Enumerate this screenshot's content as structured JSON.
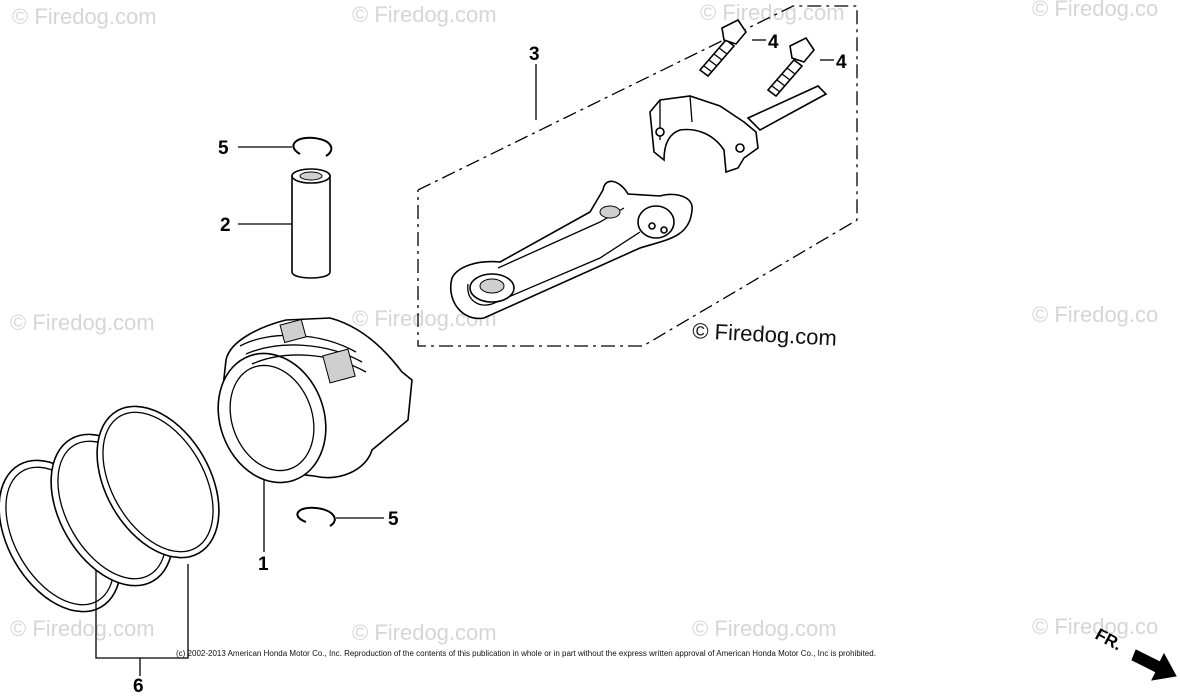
{
  "watermarks": {
    "top_left": "© Firedog.com",
    "top_center": "© Firedog.com",
    "top_right_mid": "© Firedog.com",
    "top_right": "© Firedog.co",
    "mid_left": "© Firedog.com",
    "mid_center": "© Firedog.com",
    "mid_right": "© Firedog.co",
    "bottom_left": "© Firedog.com",
    "bottom_center": "© Firedog.com",
    "bottom_right_mid": "© Firedog.com",
    "bottom_right": "© Firedog.co"
  },
  "main_watermark": "© Firedog.com",
  "callouts": {
    "piston": "1",
    "piston_pin": "2",
    "connecting_rod_set": "3",
    "bolt_left": "4",
    "bolt_right": "4",
    "clip_top": "5",
    "clip_bottom": "5",
    "ring_set": "6"
  },
  "copyright": "(c) 2002-2013 American Honda Motor Co., Inc. Reproduction of the contents of this publication in whole or in part without the express written approval of American Honda Motor Co., Inc is prohibited.",
  "direction_label": "FR."
}
